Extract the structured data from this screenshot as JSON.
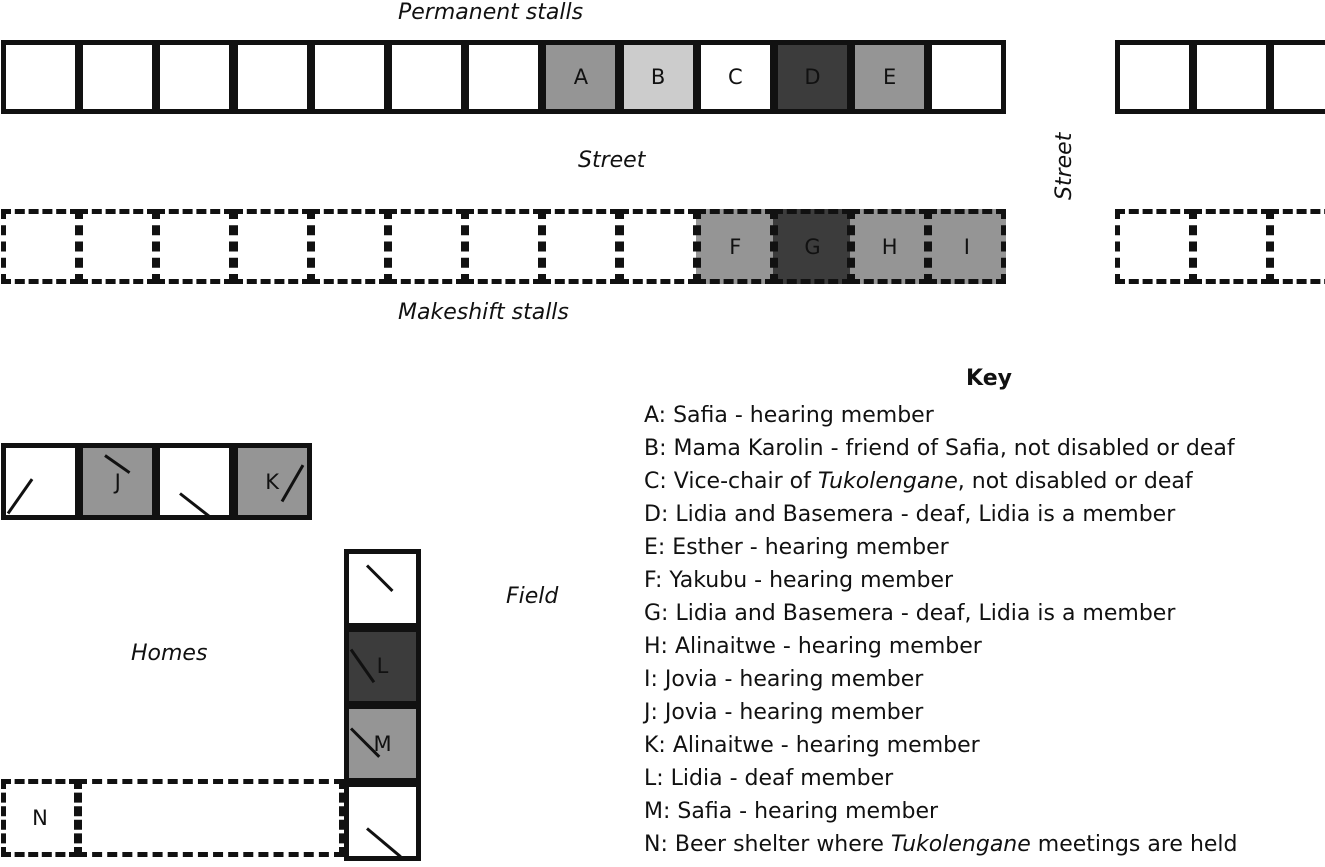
{
  "labels": {
    "permanent": "Permanent stalls",
    "street_h": "Street",
    "street_v": "Street",
    "makeshift": "Makeshift stalls",
    "homes": "Homes",
    "field": "Field"
  },
  "key": {
    "title": "Key",
    "items": [
      {
        "pre": "A: Safia - hearing member"
      },
      {
        "pre": "B: Mama Karolin - friend of Safia, not disabled or deaf"
      },
      {
        "pre": "C: Vice-chair of ",
        "em": "Tukolengane",
        "post": ", not disabled or deaf"
      },
      {
        "pre": "D: Lidia and Basemera - deaf, Lidia is a member"
      },
      {
        "pre": "E: Esther - hearing member"
      },
      {
        "pre": "F: Yakubu - hearing member"
      },
      {
        "pre": "G: Lidia and Basemera - deaf, Lidia is a member"
      },
      {
        "pre": "H: Alinaitwe - hearing member"
      },
      {
        "pre": "I: Jovia - hearing member"
      },
      {
        "pre": "J: Jovia - hearing member"
      },
      {
        "pre": "K: Alinaitwe - hearing member"
      },
      {
        "pre": "L: Lidia - deaf member"
      },
      {
        "pre": "M: Safia - hearing member"
      },
      {
        "pre": "N: Beer shelter where ",
        "em": "Tukolengane",
        "post": " meetings are held"
      }
    ]
  },
  "colors": {
    "white": "#ffffff",
    "mid_gray": "#959595",
    "light_gray": "#cccccc",
    "dark_gray": "#3c3c3c",
    "line": "#111111"
  },
  "stalls": {
    "permanent": [
      "",
      "",
      "",
      "",
      "",
      "",
      "",
      "A",
      "B",
      "C",
      "D",
      "E",
      "",
      "",
      "",
      ""
    ],
    "makeshift": [
      "",
      "",
      "",
      "",
      "",
      "",
      "",
      "",
      "",
      "F",
      "G",
      "H",
      "I",
      "",
      "",
      ""
    ],
    "homes_row": [
      "",
      "J",
      "",
      "K"
    ],
    "homes_col": [
      "",
      "L",
      "M",
      ""
    ],
    "shelter": [
      "N",
      ""
    ]
  }
}
